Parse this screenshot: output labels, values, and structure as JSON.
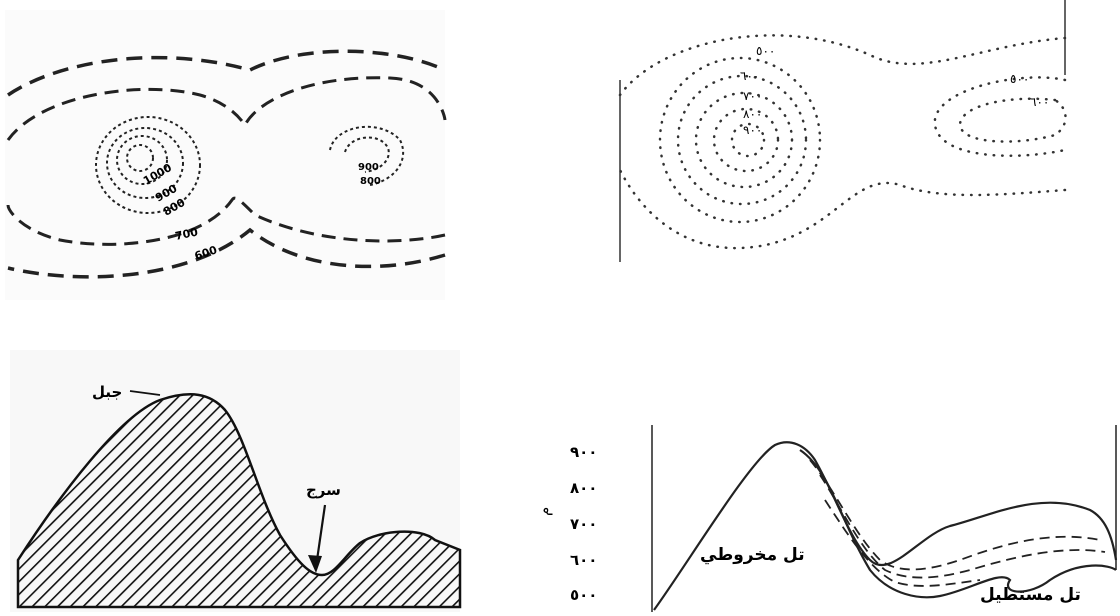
{
  "contour_map_english": {
    "labels": [
      "1000",
      "900",
      "800",
      "700",
      "600",
      "900",
      "800"
    ]
  },
  "contour_map_arabic": {
    "labels": [
      "٥٠٠",
      "٦٠٠",
      "٧٠٠",
      "٨٠٠",
      "٩٠٠",
      "٥٠٠",
      "٦٠٠"
    ]
  },
  "profile_hatched": {
    "mountain_label": "جبل",
    "saddle_label": "سرج"
  },
  "profile_hills": {
    "y_ticks": [
      "٩٠٠",
      "٨٠٠",
      "٧٠٠",
      "٦٠٠",
      "٥٠٠"
    ],
    "y_axis_label": "م",
    "conical_hill_label": "تل مخروطي",
    "elongated_hill_label": "تل مستطيل"
  }
}
